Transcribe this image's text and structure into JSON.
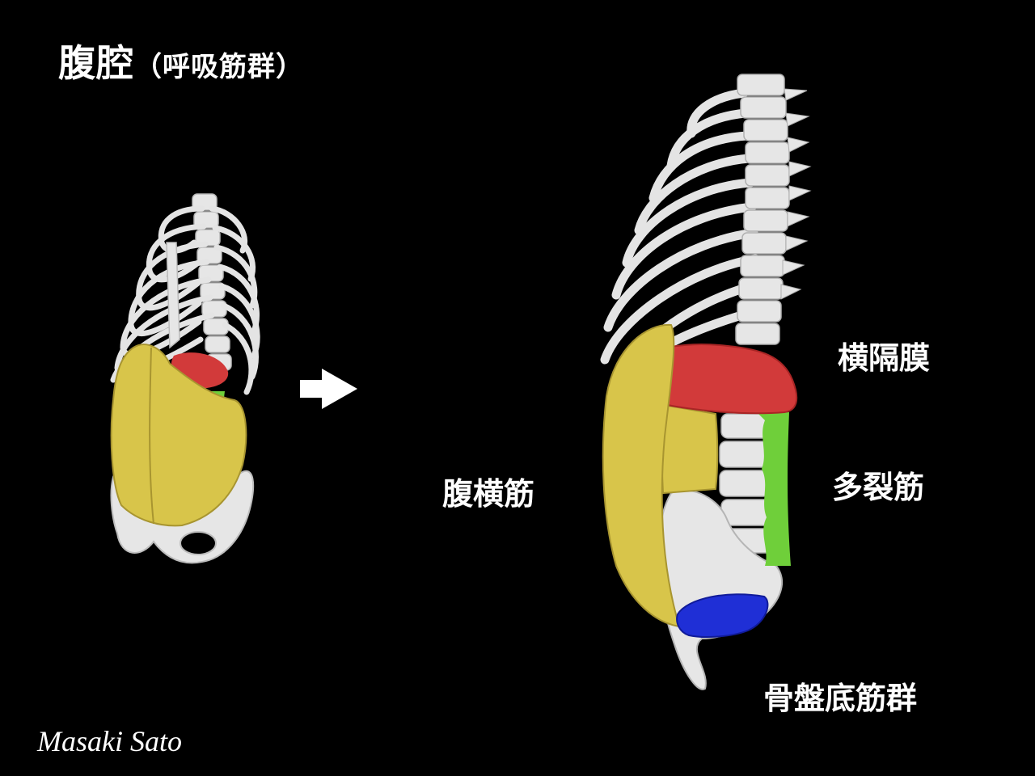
{
  "title": {
    "main": "腹腔",
    "sub": "（呼吸筋群）"
  },
  "labels": {
    "transversus_abdominis": "腹横筋",
    "diaphragm": "横隔膜",
    "multifidus": "多裂筋",
    "pelvic_floor": "骨盤底筋群"
  },
  "author": "Masaki Sato",
  "colors": {
    "background": "#000000",
    "bone": "#e6e6e6",
    "transversus_abdominis": "#d8c54a",
    "diaphragm": "#d23a3a",
    "multifidus": "#6fcf3a",
    "pelvic_floor": "#1f2fd6",
    "arrow": "#ffffff"
  },
  "icons": {
    "arrow": "right-arrow-icon"
  }
}
